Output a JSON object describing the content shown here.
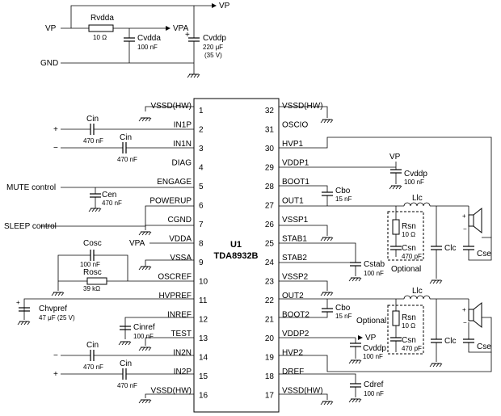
{
  "chip": {
    "ref": "U1",
    "part": "TDA8932B"
  },
  "left_pins": [
    {
      "num": "1",
      "name": "VSSD(HW)"
    },
    {
      "num": "2",
      "name": "IN1P"
    },
    {
      "num": "3",
      "name": "IN1N"
    },
    {
      "num": "4",
      "name": "DIAG"
    },
    {
      "num": "5",
      "name": "ENGAGE"
    },
    {
      "num": "6",
      "name": "POWERUP"
    },
    {
      "num": "7",
      "name": "CGND"
    },
    {
      "num": "8",
      "name": "VDDA"
    },
    {
      "num": "9",
      "name": "VSSA"
    },
    {
      "num": "10",
      "name": "OSCREF"
    },
    {
      "num": "11",
      "name": "HVPREF"
    },
    {
      "num": "12",
      "name": "INREF"
    },
    {
      "num": "13",
      "name": "TEST"
    },
    {
      "num": "14",
      "name": "IN2N"
    },
    {
      "num": "15",
      "name": "IN2P"
    },
    {
      "num": "16",
      "name": "VSSD(HW)"
    }
  ],
  "right_pins": [
    {
      "num": "32",
      "name": "VSSD(HW)"
    },
    {
      "num": "31",
      "name": "OSCIO"
    },
    {
      "num": "30",
      "name": "HVP1"
    },
    {
      "num": "29",
      "name": "VDDP1"
    },
    {
      "num": "28",
      "name": "BOOT1"
    },
    {
      "num": "27",
      "name": "OUT1"
    },
    {
      "num": "26",
      "name": "VSSP1"
    },
    {
      "num": "25",
      "name": "STAB1"
    },
    {
      "num": "24",
      "name": "STAB2"
    },
    {
      "num": "23",
      "name": "VSSP2"
    },
    {
      "num": "22",
      "name": "OUT2"
    },
    {
      "num": "21",
      "name": "BOOT2"
    },
    {
      "num": "20",
      "name": "VDDP2"
    },
    {
      "num": "19",
      "name": "HVP2"
    },
    {
      "num": "18",
      "name": "DREF"
    },
    {
      "num": "17",
      "name": "VSSD(HW)"
    }
  ],
  "supply": {
    "vp_in": "VP",
    "vp_out": "VP",
    "vpa": "VPA",
    "gnd": "GND",
    "rvdda": "Rvdda",
    "rvdda_val": "10 Ω",
    "cvdda": "Cvdda",
    "cvdda_val": "100 nF",
    "cvddp": "Cvddp",
    "cvddp_val1": "220 μF",
    "cvddp_val2": "(35 V)"
  },
  "signals": {
    "mute": "MUTE control",
    "sleep": "SLEEP control",
    "vpa": "VPA",
    "plus": "+",
    "minus": "−",
    "vp": "VP"
  },
  "parts": {
    "cin": "Cin",
    "cin_val": "470 nF",
    "cen": "Cen",
    "cen_val": "470 nF",
    "cosc": "Cosc",
    "cosc_val": "100 nF",
    "rosc": "Rosc",
    "rosc_val": "39 kΩ",
    "chvpref": "Chvpref",
    "chvpref_val": "47 μF (25 V)",
    "cinref": "Cinref",
    "cinref_val": "100 nF",
    "cbo": "Cbo",
    "cbo_val": "15 nF",
    "cvddp": "Cvddp",
    "cvddp_val": "100 nF",
    "cstab": "Cstab",
    "cstab_val": "100 nF",
    "cdref": "Cdref",
    "cdref_val": "100 nF",
    "llc": "Llc",
    "rsn": "Rsn",
    "rsn_val": "10 Ω",
    "csn": "Csn",
    "csn_val": "470 pF",
    "clc": "Clc",
    "cse": "Cse",
    "optional": "Optional"
  }
}
